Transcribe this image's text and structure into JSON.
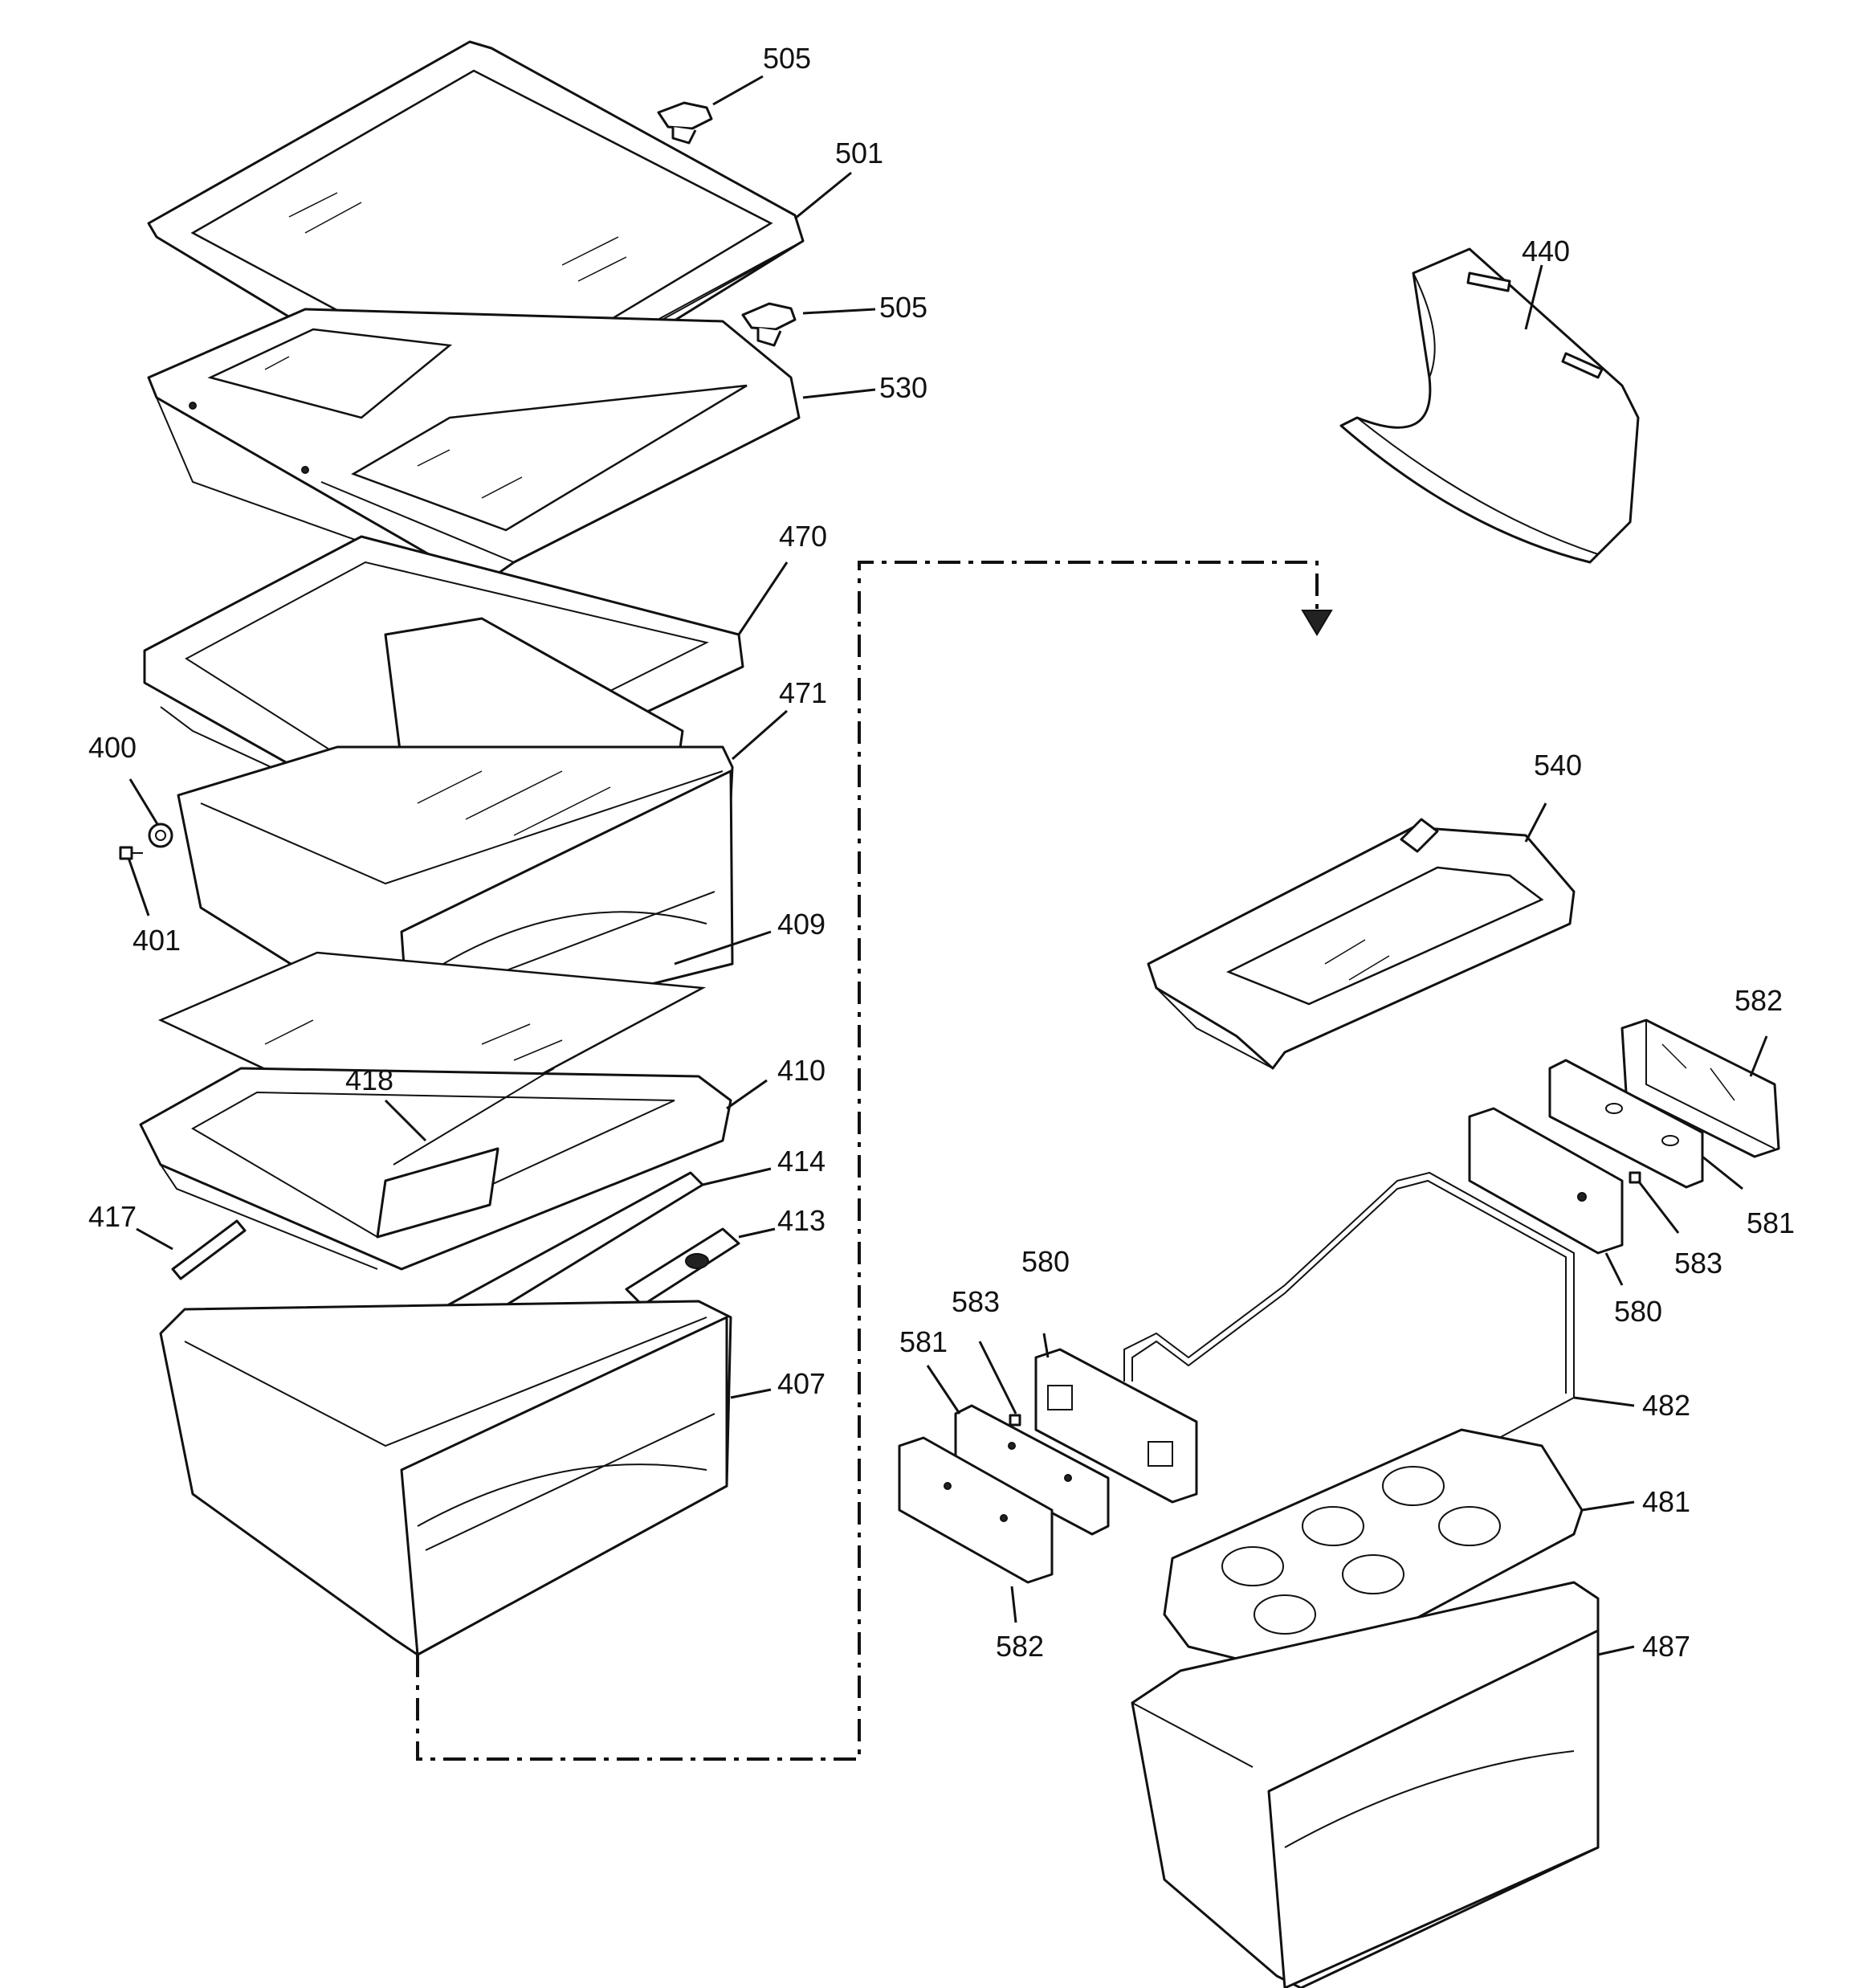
{
  "callouts": [
    {
      "id": "c505a",
      "text": "505"
    },
    {
      "id": "c501",
      "text": "501"
    },
    {
      "id": "c505b",
      "text": "505"
    },
    {
      "id": "c530",
      "text": "530"
    },
    {
      "id": "c440",
      "text": "440"
    },
    {
      "id": "c470",
      "text": "470"
    },
    {
      "id": "c471",
      "text": "471"
    },
    {
      "id": "c400",
      "text": "400"
    },
    {
      "id": "c401",
      "text": "401"
    },
    {
      "id": "c409",
      "text": "409"
    },
    {
      "id": "c418",
      "text": "418"
    },
    {
      "id": "c410",
      "text": "410"
    },
    {
      "id": "c414",
      "text": "414"
    },
    {
      "id": "c417",
      "text": "417"
    },
    {
      "id": "c413",
      "text": "413"
    },
    {
      "id": "c407",
      "text": "407"
    },
    {
      "id": "c540",
      "text": "540"
    },
    {
      "id": "c582a",
      "text": "582"
    },
    {
      "id": "c581a",
      "text": "581"
    },
    {
      "id": "c583a",
      "text": "583"
    },
    {
      "id": "c580a",
      "text": "580"
    },
    {
      "id": "c482",
      "text": "482"
    },
    {
      "id": "c481",
      "text": "481"
    },
    {
      "id": "c487",
      "text": "487"
    },
    {
      "id": "c580b",
      "text": "580"
    },
    {
      "id": "c583b",
      "text": "583"
    },
    {
      "id": "c581b",
      "text": "581"
    },
    {
      "id": "c582b",
      "text": "582"
    }
  ]
}
